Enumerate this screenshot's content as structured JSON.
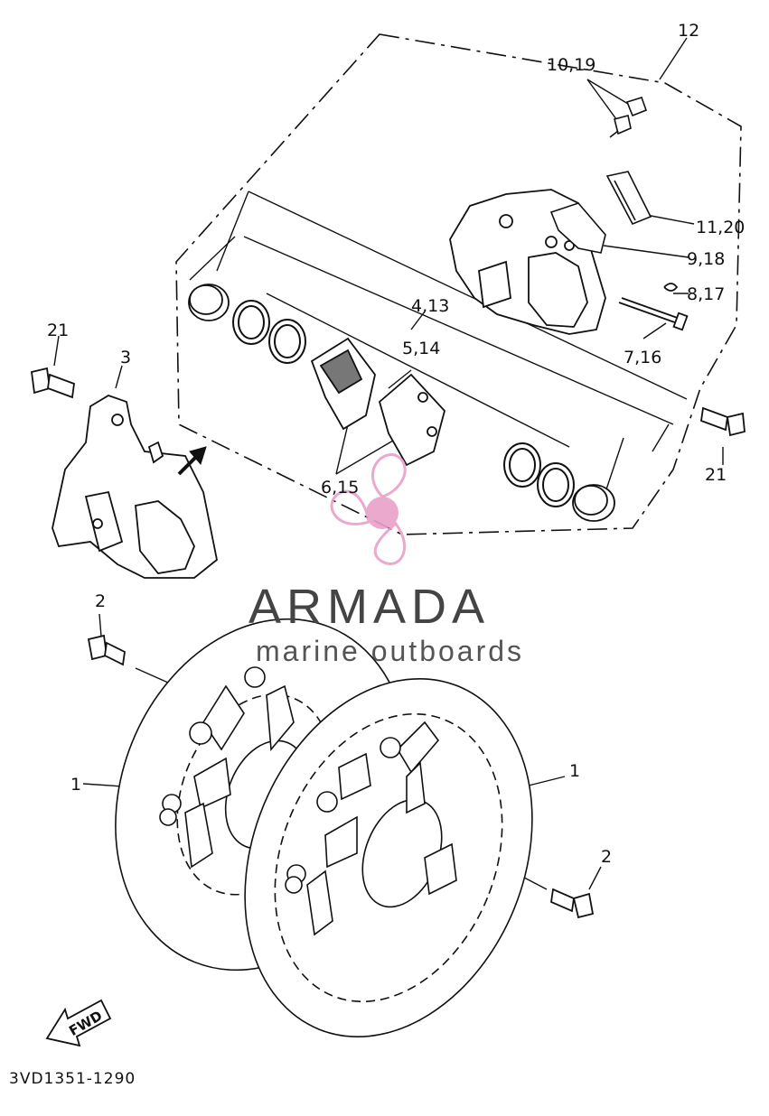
{
  "labels": {
    "l1a": "1",
    "l1b": "1",
    "l2a": "2",
    "l2b": "2",
    "l3": "3",
    "l4": "4,13",
    "l5": "5,14",
    "l6": "6,15",
    "l7": "7,16",
    "l8": "8,17",
    "l9": "9,18",
    "l10": "10,19",
    "l11": "11,20",
    "l12": "12",
    "l21a": "21",
    "l21b": "21"
  },
  "fwd_label": "FWD",
  "diagram_code": "3VD1351-1290",
  "watermark": {
    "title": "ARMADA",
    "subtitle": "marine outboards",
    "accent_color": "#e8a0c8"
  }
}
